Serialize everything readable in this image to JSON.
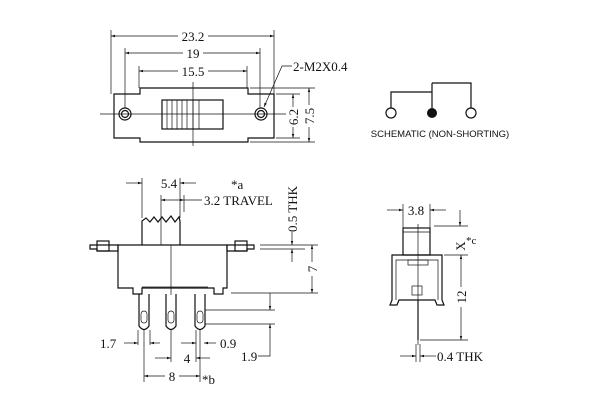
{
  "top_view": {
    "dim_overall": "23.2",
    "dim_hole_spacing": "19",
    "dim_center_section": "15.5",
    "mount_hole_note": "2-M2X0.4",
    "dim_inner_height": "6.2",
    "dim_outer_height": "7.5"
  },
  "schematic": {
    "label": "SCHEMATIC (NON-SHORTING)"
  },
  "side_view": {
    "dim_actuator_width": "5.4",
    "note_a": "*a",
    "dim_travel": "3.2 TRAVEL",
    "dim_flange_thk": "0.5 THK",
    "dim_body_height": "7",
    "dim_pin_offset": "1.7",
    "dim_pin_width": "0.9",
    "dim_pin_pitch": "4",
    "dim_pin_span": "8",
    "note_b": "*b",
    "dim_pin_hole": "1.9"
  },
  "end_view": {
    "dim_actuator_width": "3.8",
    "dim_actuator_height": "X",
    "note_c": "*c",
    "dim_body_height": "12",
    "dim_pin_thk": "0.4 THK"
  }
}
